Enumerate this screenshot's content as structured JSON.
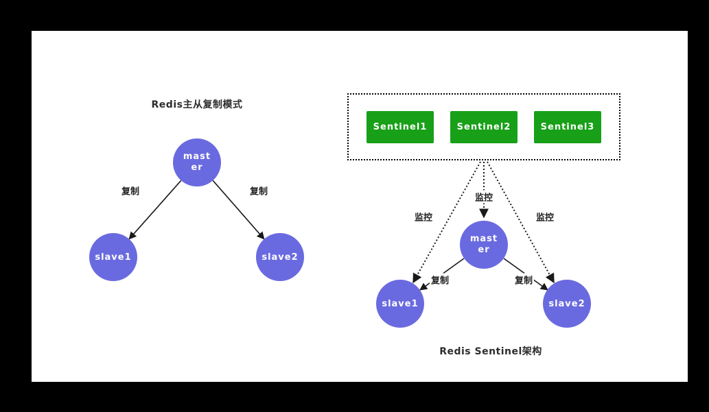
{
  "left_diagram": {
    "title": "Redis主从复制模式",
    "nodes": {
      "master": "master",
      "slave1": "slave1",
      "slave2": "slave2"
    },
    "edge_labels": {
      "left": "复制",
      "right": "复制"
    }
  },
  "right_diagram": {
    "title": "Redis Sentinel架构",
    "sentinels": [
      "Sentinel1",
      "Sentinel2",
      "Sentinel3"
    ],
    "nodes": {
      "master": "master",
      "slave1": "slave1",
      "slave2": "slave2"
    },
    "monitor_labels": {
      "left": "监控",
      "center": "监控",
      "right": "监控"
    },
    "edge_labels": {
      "left": "复制",
      "right": "复制"
    }
  },
  "colors": {
    "node_purple": "#6a6ae0",
    "sentinel_green": "#18a018",
    "node_text": "#ffffff",
    "edge_line": "#1a1a1a",
    "label_text": "#1f1f1f",
    "canvas_bg": "#ffffff",
    "page_bg": "#000000"
  }
}
